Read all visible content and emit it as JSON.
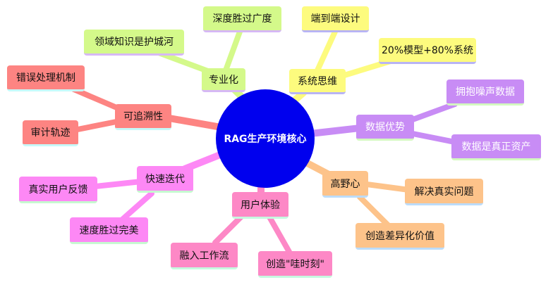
{
  "mindmap": {
    "center": {
      "label": "RAG生产环境核心",
      "color": "#0000ee"
    },
    "branches": [
      {
        "label": "专业化",
        "color": "#d4f98a",
        "underline": "#d6b8f5",
        "children": [
          {
            "label": "领域知识是护城河"
          },
          {
            "label": "深度胜过广度"
          }
        ]
      },
      {
        "label": "系统思维",
        "color": "#fdfb7e",
        "underline": "#b8b4f5",
        "children": [
          {
            "label": "端到端设计"
          },
          {
            "label": "20%模型+80%系统"
          }
        ]
      },
      {
        "label": "数据优势",
        "color": "#c88cf5",
        "underline": "#d4f9c0",
        "children": [
          {
            "label": "拥抱噪声数据"
          },
          {
            "label": "数据是真正资产"
          }
        ]
      },
      {
        "label": "高野心",
        "color": "#fdc38a",
        "underline": "#bcdcfa",
        "children": [
          {
            "label": "解决真实问题"
          },
          {
            "label": "创造差异化价值"
          }
        ]
      },
      {
        "label": "用户体验",
        "color": "#fd88c6",
        "underline": "#c6f9e0",
        "children": [
          {
            "label": "融入工作流"
          },
          {
            "label": "创造\"哇时刻\""
          }
        ]
      },
      {
        "label": "快速迭代",
        "color": "#fd88f5",
        "underline": "#c6f9d0",
        "children": [
          {
            "label": "真实用户反馈"
          },
          {
            "label": "速度胜过完美"
          }
        ]
      },
      {
        "label": "可追溯性",
        "color": "#fd8482",
        "underline": "#c6f9f9",
        "children": [
          {
            "label": "错误处理机制"
          },
          {
            "label": "审计轨迹"
          }
        ]
      }
    ]
  }
}
